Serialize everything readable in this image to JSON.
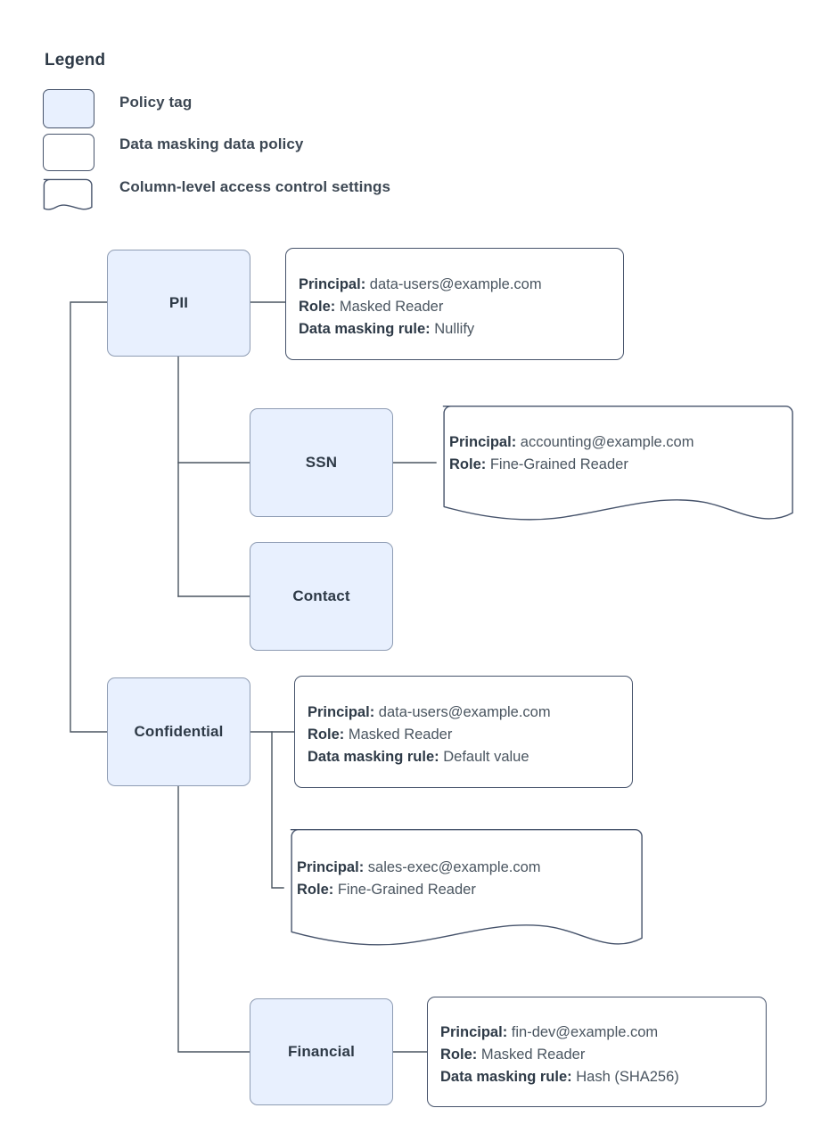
{
  "legend": {
    "title": "Legend",
    "items": [
      {
        "swatch": "policy-tag-swatch",
        "label": "Policy tag"
      },
      {
        "swatch": "data-masking-policy-swatch",
        "label": "Data masking data policy"
      },
      {
        "swatch": "column-level-access-control-swatch",
        "label": "Column-level access control settings"
      }
    ]
  },
  "nodes": {
    "pii": "PII",
    "ssn": "SSN",
    "contact": "Contact",
    "confidential": "Confidential",
    "financial": "Financial"
  },
  "policies": {
    "pii": {
      "type": "data-masking-data-policy",
      "principal_label": "Principal:",
      "principal_value": " data-users@example.com",
      "role_label": "Role:",
      "role_value": " Masked Reader",
      "rule_label": "Data masking rule:",
      "rule_value": " Nullify"
    },
    "ssn": {
      "type": "column-level-access-control-settings",
      "principal_label": "Principal:",
      "principal_value": " accounting@example.com",
      "role_label": "Role:",
      "role_value": " Fine-Grained Reader"
    },
    "confidential_masking": {
      "type": "data-masking-data-policy",
      "principal_label": "Principal:",
      "principal_value": " data-users@example.com",
      "role_label": "Role:",
      "role_value": " Masked Reader",
      "rule_label": "Data masking rule:",
      "rule_value": " Default value"
    },
    "confidential_access": {
      "type": "column-level-access-control-settings",
      "principal_label": "Principal:",
      "principal_value": " sales-exec@example.com",
      "role_label": "Role:",
      "role_value": " Fine-Grained Reader"
    },
    "financial": {
      "type": "data-masking-data-policy",
      "principal_label": "Principal:",
      "principal_value": " fin-dev@example.com",
      "role_label": "Role:",
      "role_value": " Masked Reader",
      "rule_label": "Data masking rule:",
      "rule_value": " Hash (SHA256)"
    }
  },
  "colors": {
    "tag_fill": "#e8f0fe",
    "tag_stroke": "#8e9cb3",
    "box_stroke": "#46536b",
    "label_text": "#2e3a47",
    "value_text": "#4a5560",
    "connector": "#4a5560",
    "background": "#ffffff"
  }
}
